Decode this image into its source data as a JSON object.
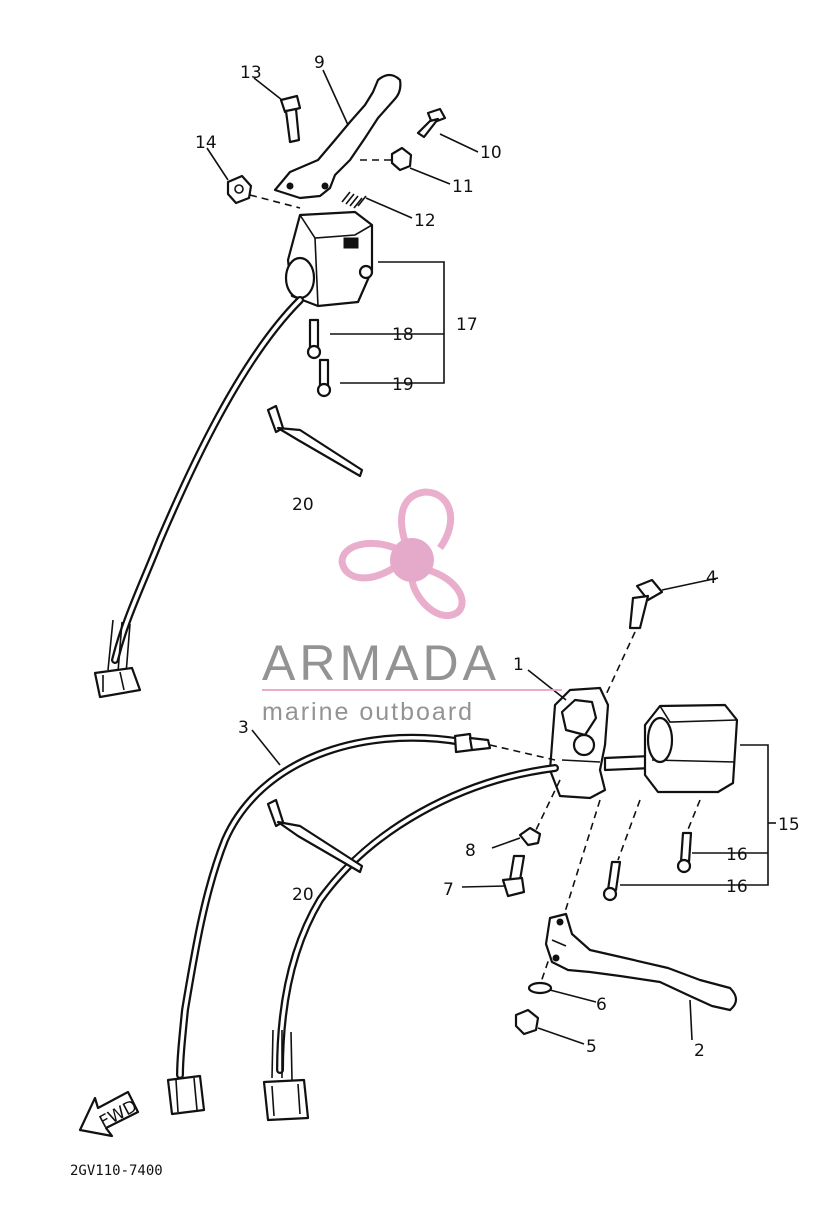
{
  "diagram": {
    "part_code": "2GV110-7400",
    "direction_label": "FWD",
    "callouts": {
      "c1": "1",
      "c2": "2",
      "c3": "3",
      "c4": "4",
      "c5": "5",
      "c6": "6",
      "c7": "7",
      "c8": "8",
      "c9": "9",
      "c10": "10",
      "c11": "11",
      "c12": "12",
      "c13": "13",
      "c14": "14",
      "c15": "15",
      "c16a": "16",
      "c16b": "16",
      "c17": "17",
      "c18": "18",
      "c19": "19",
      "c20a": "20",
      "c20b": "20"
    }
  },
  "watermark": {
    "brand": "ARMADA",
    "tagline": "marine outboard",
    "logo_icon": "propeller-logo-icon",
    "colors": {
      "logo": "#e8a6c8",
      "logo_hub": "#e3a0c4",
      "text": "#888888",
      "rule": "#e8a6c8"
    }
  }
}
